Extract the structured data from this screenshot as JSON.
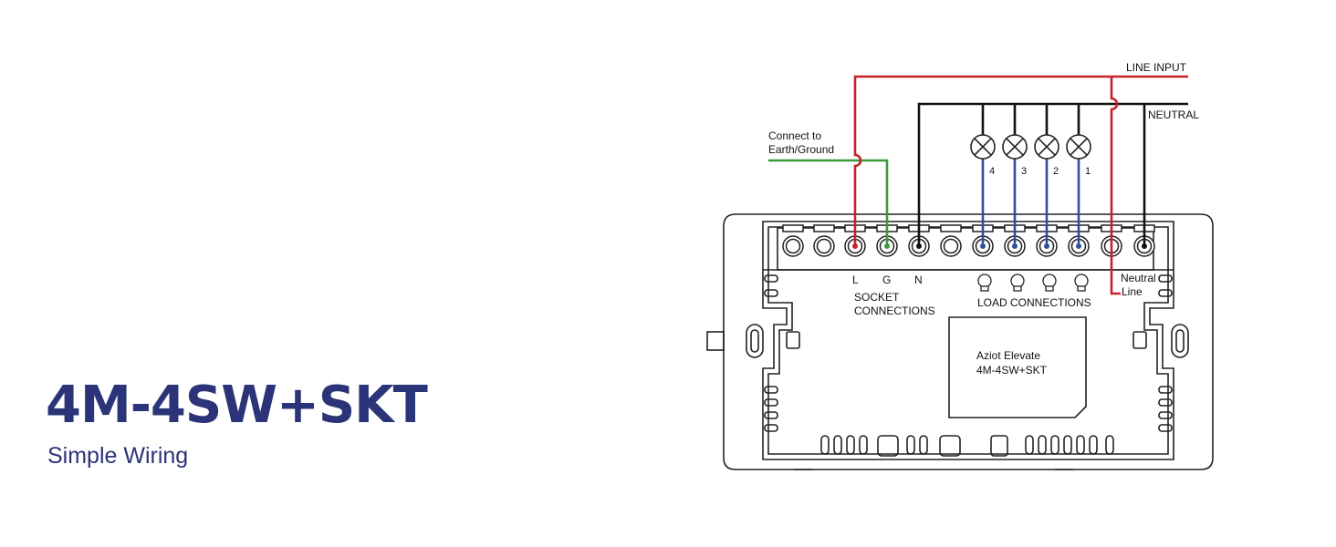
{
  "heading": {
    "title": "4M-4SW+SKT",
    "subtitle": "Simple Wiring"
  },
  "diagram": {
    "labels": {
      "line_input": "LINE INPUT",
      "neutral": "NEUTRAL",
      "earth_line1": "Connect to",
      "earth_line2": "Earth/Ground",
      "terminal_l": "L",
      "terminal_g": "G",
      "terminal_n": "N",
      "socket_line1": "SOCKET",
      "socket_line2": "CONNECTIONS",
      "load": "LOAD CONNECTIONS",
      "neutral_side": "Neutral",
      "line_side": "Line",
      "model_line1": "Aziot Elevate",
      "model_line2": "4M-4SW+SKT"
    },
    "lamps": [
      "4",
      "3",
      "2",
      "1"
    ],
    "colors": {
      "line": "#c8202a",
      "neutral": "#111111",
      "earth": "#3a9a3a",
      "load": "#2e4fa0",
      "outline": "#222222",
      "text": "#2b3478"
    }
  }
}
